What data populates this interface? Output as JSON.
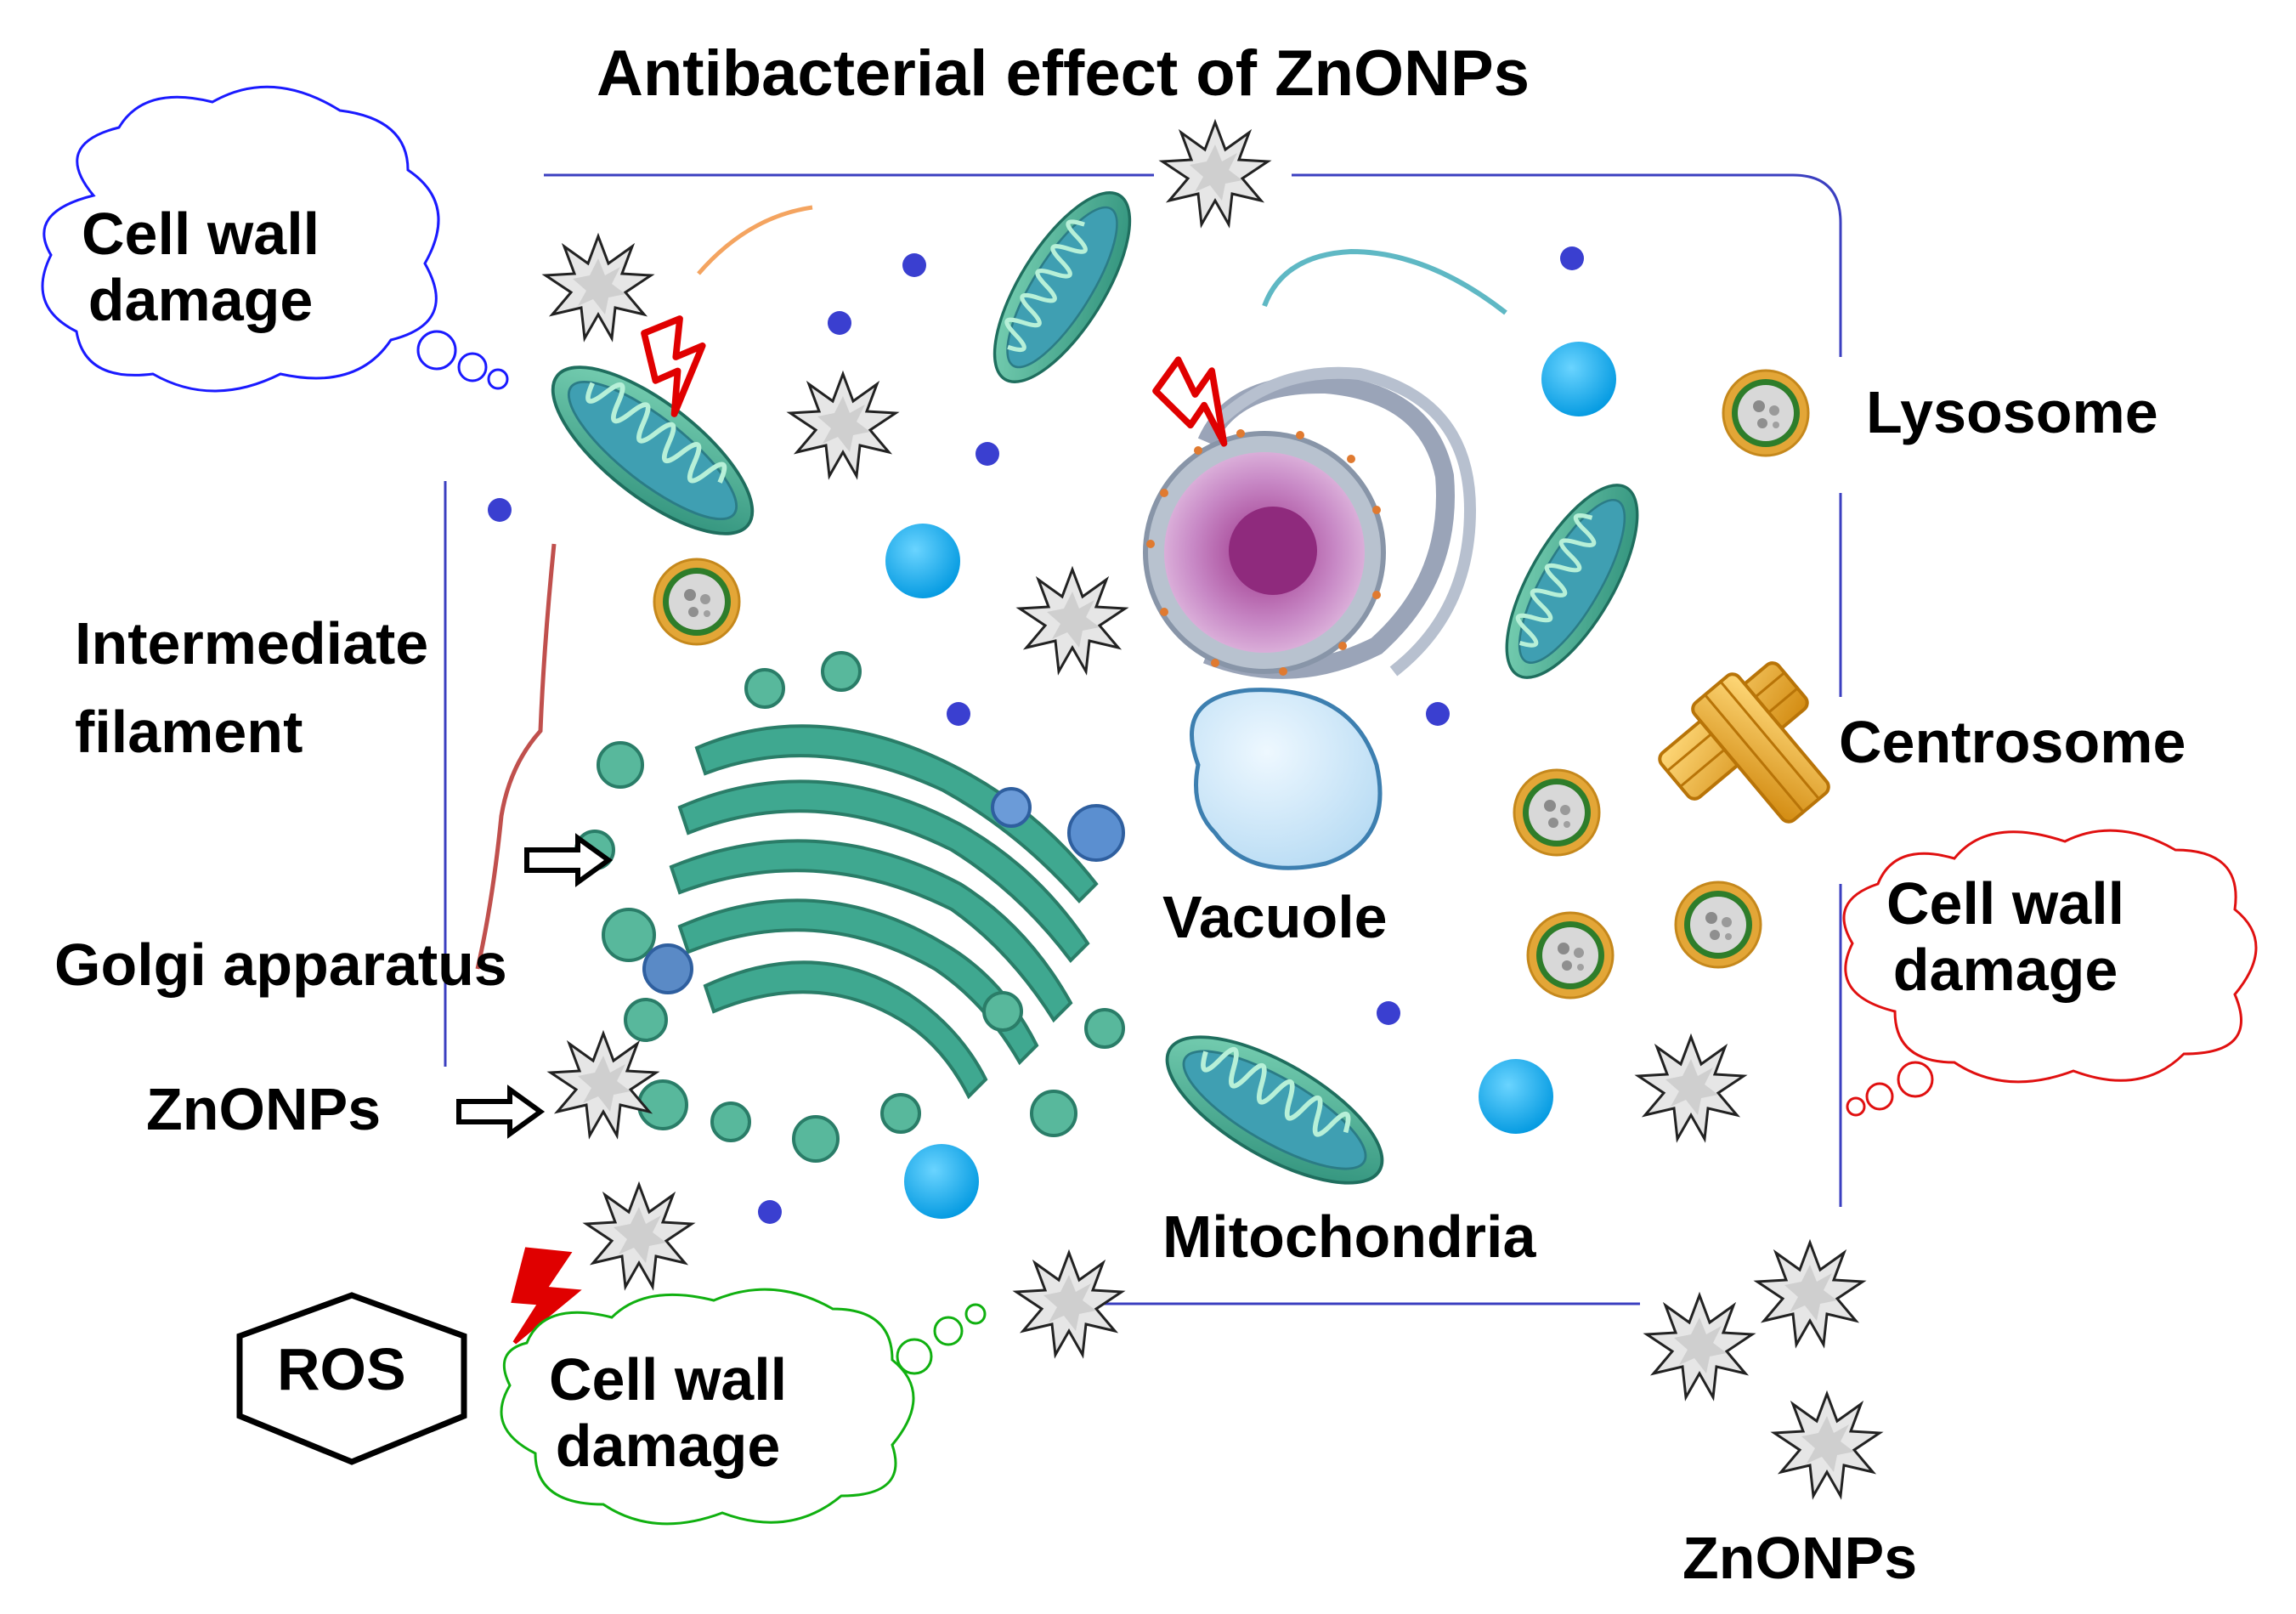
{
  "title": "Antibacterial effect of ZnONPs",
  "labels": {
    "intermediate_filament_1": "Intermediate",
    "intermediate_filament_2": "filament",
    "golgi": "Golgi apparatus",
    "znonps_left": "ZnONPs",
    "znonps_bottom": "ZnONPs",
    "ros": "ROS",
    "lysosome": "Lysosome",
    "centrosome": "Centrosome",
    "vacuole": "Vacuole",
    "mitochondria": "Mitochondria"
  },
  "clouds": {
    "top_left": {
      "line1": "Cell wall",
      "line2": "damage",
      "color": "#1a1aff"
    },
    "right": {
      "line1": "Cell wall",
      "line2": "damage",
      "color": "#e01010"
    },
    "bottom": {
      "line1": "Cell wall",
      "line2": "damage",
      "color": "#10b010"
    }
  },
  "colors": {
    "membrane": "#3b3fc0",
    "ros_bolt": "#e00000",
    "dot": "#3a3fd0",
    "vacuole_blue": "#00a8ec",
    "mito_green": "#2f9e8a",
    "golgi_green": "#3fa890",
    "lysosome_ring": "#e2a233",
    "centrosome": "#e6a722",
    "nucleus_pink": "#c99ad0"
  }
}
